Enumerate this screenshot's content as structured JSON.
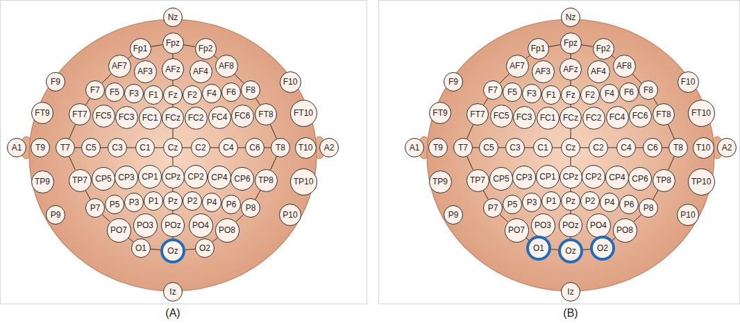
{
  "diagram": {
    "nodes": [
      {
        "text": [
          "Nz"
        ]
      },
      {
        "text": [
          "Fp1"
        ]
      },
      {
        "text": [
          "Fpz"
        ]
      },
      {
        "text": [
          "Fp2"
        ]
      },
      {
        "text": [
          "AF7"
        ]
      },
      {
        "text": [
          "AF3"
        ]
      },
      {
        "text": [
          "AFz"
        ]
      },
      {
        "text": [
          "AF4"
        ]
      },
      {
        "text": [
          "AF8"
        ]
      },
      {
        "text": [
          "F9"
        ]
      },
      {
        "text": [
          "F7"
        ]
      },
      {
        "text": [
          "F5"
        ]
      },
      {
        "text": [
          "F3"
        ]
      },
      {
        "text": [
          "F1"
        ]
      },
      {
        "text": [
          "Fz"
        ]
      },
      {
        "text": [
          "F2"
        ]
      },
      {
        "text": [
          "F4"
        ]
      },
      {
        "text": [
          "F6"
        ]
      },
      {
        "text": [
          "F8"
        ]
      },
      {
        "text": [
          "F10"
        ]
      },
      {
        "text": [
          "FT9"
        ]
      },
      {
        "text": [
          "FT7"
        ]
      },
      {
        "text": [
          "FC5"
        ]
      },
      {
        "text": [
          "FC3"
        ]
      },
      {
        "text": [
          "FC1"
        ]
      },
      {
        "text": [
          "FCz"
        ]
      },
      {
        "text": [
          "FC2"
        ]
      },
      {
        "text": [
          "FC4"
        ]
      },
      {
        "text": [
          "FC6"
        ]
      },
      {
        "text": [
          "FT8"
        ]
      },
      {
        "text": [
          "FT10"
        ]
      },
      {
        "text": [
          "A1"
        ]
      },
      {
        "text": [
          "T9"
        ]
      },
      {
        "text": [
          "T7"
        ]
      },
      {
        "text": [
          "C5"
        ]
      },
      {
        "text": [
          "C3"
        ]
      },
      {
        "text": [
          "C1"
        ]
      },
      {
        "text": [
          "Cz"
        ]
      },
      {
        "text": [
          "C2"
        ]
      },
      {
        "text": [
          "C4"
        ]
      },
      {
        "text": [
          "C6"
        ]
      },
      {
        "text": [
          "T8"
        ]
      },
      {
        "text": [
          "T10"
        ]
      },
      {
        "text": [
          "A2"
        ]
      },
      {
        "text": [
          "TP9"
        ]
      },
      {
        "text": [
          "TP7"
        ]
      },
      {
        "text": [
          "CP5"
        ]
      },
      {
        "text": [
          "CP3"
        ]
      },
      {
        "text": [
          "CP1"
        ]
      },
      {
        "text": [
          "CPz"
        ]
      },
      {
        "text": [
          "CP2"
        ]
      },
      {
        "text": [
          "CP4"
        ]
      },
      {
        "text": [
          "CP6"
        ]
      },
      {
        "text": [
          "TP8"
        ]
      },
      {
        "text": [
          "TP10"
        ]
      },
      {
        "text": [
          "P9"
        ]
      },
      {
        "text": [
          "P7"
        ]
      },
      {
        "text": [
          "P5"
        ]
      },
      {
        "text": [
          "P3"
        ]
      },
      {
        "text": [
          "P1"
        ]
      },
      {
        "text": [
          "Pz"
        ]
      },
      {
        "text": [
          "P2"
        ]
      },
      {
        "text": [
          "P4"
        ]
      },
      {
        "text": [
          "P6"
        ]
      },
      {
        "text": [
          "P8"
        ]
      },
      {
        "text": [
          "P10"
        ]
      },
      {
        "text": [
          "PO7"
        ]
      },
      {
        "text": [
          "PO3"
        ]
      },
      {
        "text": [
          "POz"
        ]
      },
      {
        "text": [
          "PO4"
        ]
      },
      {
        "text": [
          "PO8"
        ]
      },
      {
        "text": [
          "O1"
        ]
      },
      {
        "text": [
          "Oz"
        ]
      },
      {
        "text": [
          "O2"
        ]
      },
      {
        "text": [
          "Iz"
        ]
      },
      {
        "text": [
          "Nz"
        ]
      },
      {
        "text": [
          "Fp1"
        ]
      },
      {
        "text": [
          "Fpz"
        ]
      },
      {
        "text": [
          "Fp2"
        ]
      },
      {
        "text": [
          "AF7"
        ]
      },
      {
        "text": [
          "AF3"
        ]
      },
      {
        "text": [
          "AFz"
        ]
      },
      {
        "text": [
          "AF4"
        ]
      },
      {
        "text": [
          "AF8"
        ]
      },
      {
        "text": [
          "F9"
        ]
      },
      {
        "text": [
          "F7"
        ]
      },
      {
        "text": [
          "F5"
        ]
      },
      {
        "text": [
          "F3"
        ]
      },
      {
        "text": [
          "F1"
        ]
      },
      {
        "text": [
          "Fz"
        ]
      },
      {
        "text": [
          "F2"
        ]
      },
      {
        "text": [
          "F4"
        ]
      },
      {
        "text": [
          "F6"
        ]
      },
      {
        "text": [
          "F8"
        ]
      },
      {
        "text": [
          "F10"
        ]
      },
      {
        "text": [
          "FT9"
        ]
      },
      {
        "text": [
          "FT7"
        ]
      },
      {
        "text": [
          "FC5"
        ]
      },
      {
        "text": [
          "FC3"
        ]
      },
      {
        "text": [
          "FC1"
        ]
      },
      {
        "text": [
          "FCz"
        ]
      },
      {
        "text": [
          "FC2"
        ]
      },
      {
        "text": [
          "FC4"
        ]
      },
      {
        "text": [
          "FC6"
        ]
      },
      {
        "text": [
          "FT8"
        ]
      },
      {
        "text": [
          "FT10"
        ]
      },
      {
        "text": [
          "A1"
        ]
      },
      {
        "text": [
          "T9"
        ]
      },
      {
        "text": [
          "T7"
        ]
      },
      {
        "text": [
          "C5"
        ]
      },
      {
        "text": [
          "C3"
        ]
      },
      {
        "text": [
          "C1"
        ]
      },
      {
        "text": [
          "Cz"
        ]
      },
      {
        "text": [
          "C2"
        ]
      },
      {
        "text": [
          "C4"
        ]
      },
      {
        "text": [
          "C6"
        ]
      },
      {
        "text": [
          "T8"
        ]
      },
      {
        "text": [
          "T10"
        ]
      },
      {
        "text": [
          "A2"
        ]
      },
      {
        "text": [
          "TP9"
        ]
      },
      {
        "text": [
          "TP7"
        ]
      },
      {
        "text": [
          "CP5"
        ]
      },
      {
        "text": [
          "CP3"
        ]
      },
      {
        "text": [
          "CP1"
        ]
      },
      {
        "text": [
          "CPz"
        ]
      },
      {
        "text": [
          "CP2"
        ]
      },
      {
        "text": [
          "CP4"
        ]
      },
      {
        "text": [
          "CP6"
        ]
      },
      {
        "text": [
          "TP8"
        ]
      },
      {
        "text": [
          "TP10"
        ]
      },
      {
        "text": [
          "P9"
        ]
      },
      {
        "text": [
          "P7"
        ]
      },
      {
        "text": [
          "P5"
        ]
      },
      {
        "text": [
          "P3"
        ]
      },
      {
        "text": [
          "P1"
        ]
      },
      {
        "text": [
          "Pz"
        ]
      },
      {
        "text": [
          "P2"
        ]
      },
      {
        "text": [
          "P4"
        ]
      },
      {
        "text": [
          "P6"
        ]
      },
      {
        "text": [
          "P8"
        ]
      },
      {
        "text": [
          "P10"
        ]
      },
      {
        "text": [
          "PO7"
        ]
      },
      {
        "text": [
          "PO3"
        ]
      },
      {
        "text": [
          "POz"
        ]
      },
      {
        "text": [
          "PO4"
        ]
      },
      {
        "text": [
          "PO8"
        ]
      },
      {
        "text": [
          "O1"
        ]
      },
      {
        "text": [
          "Oz"
        ]
      },
      {
        "text": [
          "O2"
        ]
      },
      {
        "text": [
          "Iz"
        ]
      }
    ],
    "edges": [
      {
        "from": 2,
        "to": 3,
        "arrow": "none"
      },
      {
        "from": 3,
        "to": 8,
        "arrow": "none"
      },
      {
        "from": 8,
        "to": 18,
        "arrow": "none"
      },
      {
        "from": 18,
        "to": 29,
        "arrow": "none"
      },
      {
        "from": 29,
        "to": 41,
        "arrow": "none"
      },
      {
        "from": 41,
        "to": 53,
        "arrow": "none"
      },
      {
        "from": 53,
        "to": 64,
        "arrow": "none"
      },
      {
        "from": 64,
        "to": 70,
        "arrow": "none"
      },
      {
        "from": 70,
        "to": 73,
        "arrow": "none"
      },
      {
        "from": 73,
        "to": 72,
        "arrow": "none"
      },
      {
        "from": 72,
        "to": 71,
        "arrow": "none"
      },
      {
        "from": 71,
        "to": 66,
        "arrow": "none"
      },
      {
        "from": 66,
        "to": 56,
        "arrow": "none"
      },
      {
        "from": 56,
        "to": 45,
        "arrow": "none"
      },
      {
        "from": 45,
        "to": 33,
        "arrow": "none"
      },
      {
        "from": 33,
        "to": 21,
        "arrow": "none"
      },
      {
        "from": 21,
        "to": 10,
        "arrow": "none"
      },
      {
        "from": 10,
        "to": 4,
        "arrow": "none"
      },
      {
        "from": 4,
        "to": 1,
        "arrow": "none"
      },
      {
        "from": 1,
        "to": 2,
        "arrow": "none"
      },
      {
        "from": 33,
        "to": 34,
        "arrow": "none"
      },
      {
        "from": 34,
        "to": 35,
        "arrow": "none"
      },
      {
        "from": 35,
        "to": 36,
        "arrow": "none"
      },
      {
        "from": 36,
        "to": 37,
        "arrow": "none"
      },
      {
        "from": 37,
        "to": 38,
        "arrow": "none"
      },
      {
        "from": 38,
        "to": 39,
        "arrow": "none"
      },
      {
        "from": 39,
        "to": 40,
        "arrow": "none"
      },
      {
        "from": 40,
        "to": 41,
        "arrow": "none"
      },
      {
        "from": 2,
        "to": 6,
        "arrow": "none"
      },
      {
        "from": 6,
        "to": 14,
        "arrow": "none"
      },
      {
        "from": 14,
        "to": 25,
        "arrow": "none"
      },
      {
        "from": 25,
        "to": 37,
        "arrow": "none"
      },
      {
        "from": 37,
        "to": 49,
        "arrow": "none"
      },
      {
        "from": 49,
        "to": 60,
        "arrow": "none"
      },
      {
        "from": 60,
        "to": 68,
        "arrow": "none"
      },
      {
        "from": 68,
        "to": 72,
        "arrow": "none"
      },
      {
        "from": 77,
        "to": 78,
        "arrow": "none"
      },
      {
        "from": 78,
        "to": 83,
        "arrow": "none"
      },
      {
        "from": 83,
        "to": 93,
        "arrow": "none"
      },
      {
        "from": 93,
        "to": 104,
        "arrow": "none"
      },
      {
        "from": 104,
        "to": 116,
        "arrow": "none"
      },
      {
        "from": 116,
        "to": 128,
        "arrow": "none"
      },
      {
        "from": 128,
        "to": 139,
        "arrow": "none"
      },
      {
        "from": 139,
        "to": 145,
        "arrow": "none"
      },
      {
        "from": 145,
        "to": 148,
        "arrow": "none"
      },
      {
        "from": 148,
        "to": 147,
        "arrow": "none"
      },
      {
        "from": 147,
        "to": 146,
        "arrow": "none"
      },
      {
        "from": 146,
        "to": 141,
        "arrow": "none"
      },
      {
        "from": 141,
        "to": 131,
        "arrow": "none"
      },
      {
        "from": 131,
        "to": 120,
        "arrow": "none"
      },
      {
        "from": 120,
        "to": 108,
        "arrow": "none"
      },
      {
        "from": 108,
        "to": 96,
        "arrow": "none"
      },
      {
        "from": 96,
        "to": 85,
        "arrow": "none"
      },
      {
        "from": 85,
        "to": 79,
        "arrow": "none"
      },
      {
        "from": 79,
        "to": 76,
        "arrow": "none"
      },
      {
        "from": 76,
        "to": 77,
        "arrow": "none"
      },
      {
        "from": 108,
        "to": 109,
        "arrow": "none"
      },
      {
        "from": 109,
        "to": 110,
        "arrow": "none"
      },
      {
        "from": 110,
        "to": 111,
        "arrow": "none"
      },
      {
        "from": 111,
        "to": 112,
        "arrow": "none"
      },
      {
        "from": 112,
        "to": 113,
        "arrow": "none"
      },
      {
        "from": 113,
        "to": 114,
        "arrow": "none"
      },
      {
        "from": 114,
        "to": 115,
        "arrow": "none"
      },
      {
        "from": 115,
        "to": 116,
        "arrow": "none"
      },
      {
        "from": 77,
        "to": 81,
        "arrow": "none"
      },
      {
        "from": 81,
        "to": 89,
        "arrow": "none"
      },
      {
        "from": 89,
        "to": 100,
        "arrow": "none"
      },
      {
        "from": 100,
        "to": 112,
        "arrow": "none"
      },
      {
        "from": 112,
        "to": 124,
        "arrow": "none"
      },
      {
        "from": 124,
        "to": 135,
        "arrow": "none"
      },
      {
        "from": 135,
        "to": 143,
        "arrow": "none"
      },
      {
        "from": 143,
        "to": 147,
        "arrow": "none"
      }
    ],
    "labels": [
      "(A)",
      "(B)"
    ]
  }
}
